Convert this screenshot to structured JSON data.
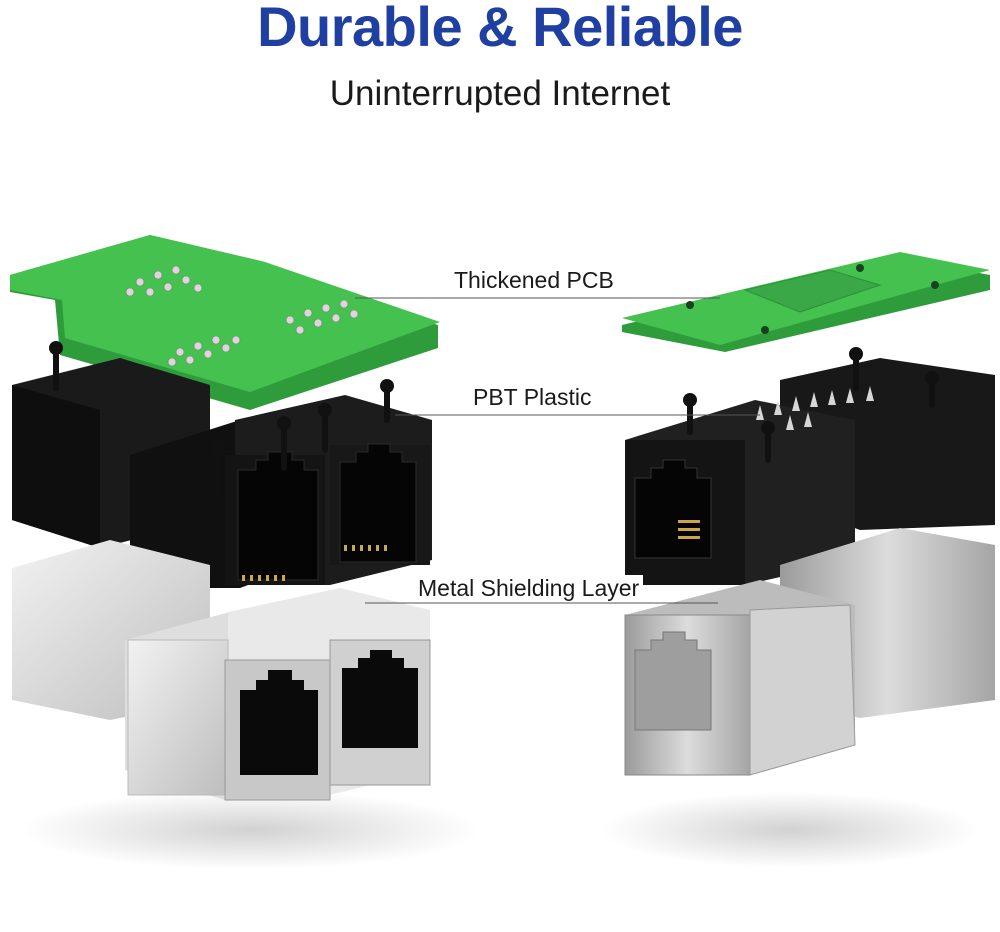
{
  "header": {
    "title": "Durable & Reliable",
    "subtitle": "Uninterrupted Internet"
  },
  "callouts": [
    {
      "label": "Thickened PCB"
    },
    {
      "label": "PBT Plastic"
    },
    {
      "label": "Metal Shielding Layer"
    }
  ],
  "colors": {
    "title": "#1f3fa3",
    "pcb": "#3cb84a",
    "plastic": "#141414",
    "metal": "#c9c9c9"
  }
}
